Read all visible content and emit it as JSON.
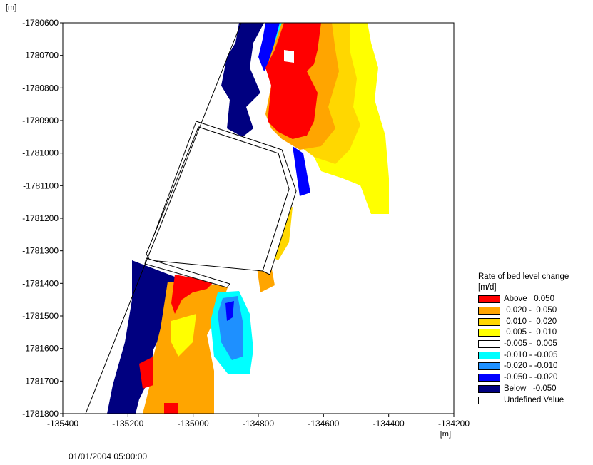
{
  "map": {
    "y_unit": "[m]",
    "x_unit": "[m]",
    "y_ticks": [
      "-1780600",
      "-1780700",
      "-1780800",
      "-1780900",
      "-1781000",
      "-1781100",
      "-1781200",
      "-1781300",
      "-1781400",
      "-1781500",
      "-1781600",
      "-1781700",
      "-1781800"
    ],
    "x_ticks": [
      "-135400",
      "-135200",
      "-135000",
      "-134800",
      "-134600",
      "-134400",
      "-134200"
    ],
    "x_range": [
      -135400,
      -134200
    ],
    "y_range": [
      -1781800,
      -1780600
    ]
  },
  "legend": {
    "title": "Rate of bed level change",
    "unit": "[m/d]",
    "items": [
      {
        "label": "Above   0.050",
        "color": "#ff0000"
      },
      {
        "label": " 0.020 -  0.050",
        "color": "#ffa500"
      },
      {
        "label": " 0.010 -  0.020",
        "color": "#ffd700"
      },
      {
        "label": " 0.005 -  0.010",
        "color": "#ffff00"
      },
      {
        "label": "-0.005 -  0.005",
        "color": "#ffffff"
      },
      {
        "label": "-0.010 - -0.005",
        "color": "#00ffff"
      },
      {
        "label": "-0.020 - -0.010",
        "color": "#1e90ff"
      },
      {
        "label": "-0.050 - -0.020",
        "color": "#0000ff"
      },
      {
        "label": "Below   -0.050",
        "color": "#000080"
      },
      {
        "label": "Undefined Value",
        "color": "#ffffff"
      }
    ]
  },
  "timestamp": "01/01/2004 05:00:00"
}
